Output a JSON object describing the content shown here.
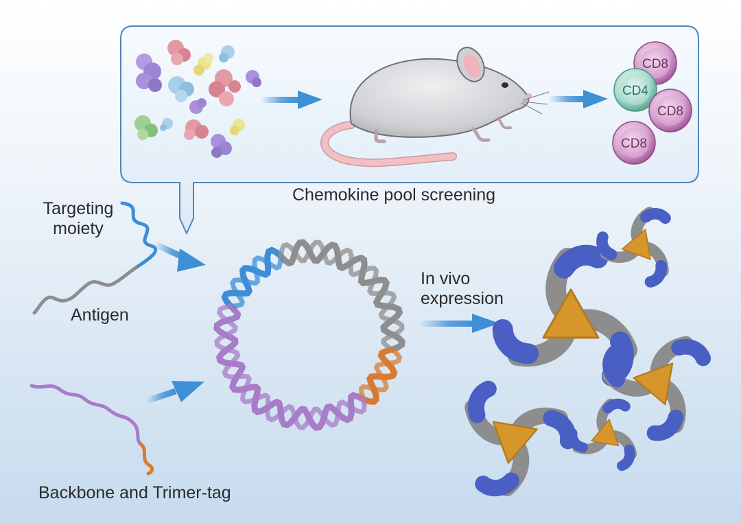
{
  "labels": {
    "pool": "Chemokine pool screening",
    "targeting": "Targeting moiety",
    "antigen": "Antigen",
    "in_vivo": "In vivo expression",
    "backbone": "Backbone and Trimer-tag"
  },
  "cells": [
    {
      "label": "CD8",
      "kind": "cd8"
    },
    {
      "label": "CD4",
      "kind": "cd4"
    },
    {
      "label": "CD8",
      "kind": "cd8"
    },
    {
      "label": "CD8",
      "kind": "cd8"
    }
  ],
  "colors": {
    "box_stroke": "#4c86b8",
    "arrow": "#3f8fd4",
    "mouse_body": "#cfd0d3",
    "mouse_tail": "#f2bfc4",
    "cd8_fill": "#c889c2",
    "cd4_fill": "#8fcfc0",
    "dna_blue": "#3d8ed6",
    "dna_grey": "#8e8e8e",
    "dna_orange": "#d87b32",
    "dna_purple": "#a77cc8",
    "trimer_core": "#d6962c",
    "trimer_arm": "#8d8d8d",
    "trimer_tip": "#4a5fc4"
  },
  "icons": [
    "chemokine-blob-icon",
    "mouse-icon",
    "dna-plasmid-icon",
    "trimer-protein-icon"
  ]
}
